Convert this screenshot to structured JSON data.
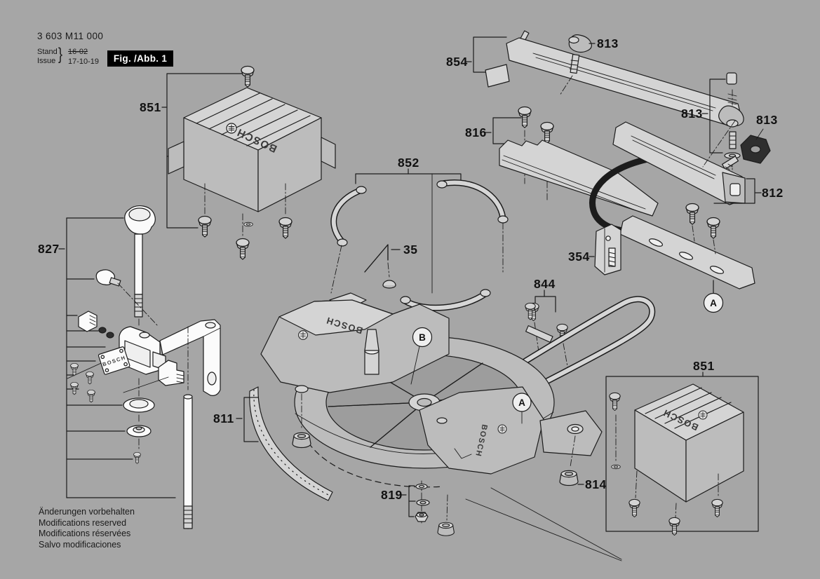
{
  "header": {
    "doc_number": "3 603 M11 000",
    "stand_label": "Stand",
    "issue_label": "Issue",
    "brace": "}",
    "stand_value_old": "16-02",
    "issue_value": "17-10-19",
    "figure_badge": "Fig. /Abb. 1"
  },
  "brand": "BOSCH",
  "callouts": {
    "cover_top": "851",
    "fence_upper": "854",
    "knob_bolt": "813",
    "fence_lower": "816",
    "clamp_stack": "813",
    "clamp_lever": "813",
    "extension_rail": "812",
    "handle_set": "852",
    "hex_key": "35",
    "support_bracket": "354",
    "u_bar": "844",
    "base_assembly": "811",
    "hardware_stack": "819",
    "rubber_foot": "814",
    "cover_bottom": "851",
    "clamp_assembly": "827"
  },
  "view_labels": {
    "rail_ref": "A",
    "table_ref": "B",
    "base_ref": "A"
  },
  "footer": {
    "lines": [
      "Änderungen vorbehalten",
      "Modifications reserved",
      "Modifications réservées",
      "Salvo modificaciones"
    ]
  },
  "colors": {
    "background": "#a6a6a6",
    "highlight": "#f6e51c",
    "ink": "#1a1a1a",
    "badge_bg": "#000000",
    "badge_text": "#ffffff"
  }
}
